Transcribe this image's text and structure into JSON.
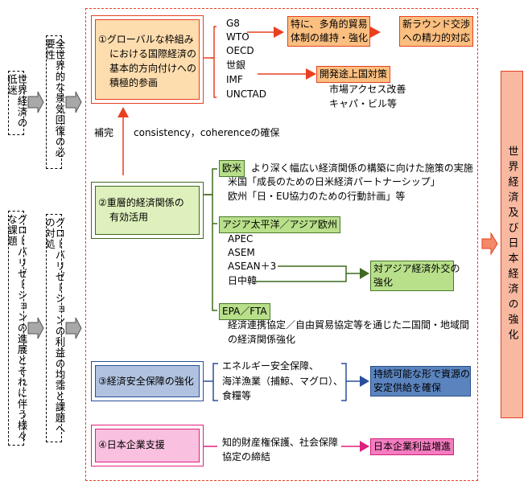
{
  "left_column": {
    "box1": "世界経済の低迷",
    "box2": "グローバリゼーションの進展とそれに伴う様々な課題"
  },
  "middle_column": {
    "box1": "全世界的な景気回復の必要性",
    "box2": "グローバリゼーションの利益の均霑と課題への対処"
  },
  "section1": {
    "title_lines": [
      "①グローバルな枠組み",
      "における国際経済の",
      "基本的方向付けへの",
      "積極的参画"
    ],
    "orgs": [
      "G8",
      "WTO",
      "OECD",
      "世銀",
      "IMF",
      "UNCTAD"
    ],
    "result1_lines": [
      "特に、多角的貿易",
      "体制の維持・強化"
    ],
    "result2_lines": [
      "新ラウンド交渉",
      "への精力的対応"
    ],
    "result3": "開発途上国対策",
    "result3_items": [
      "市場アクセス改善",
      "キャパ・ビル等"
    ]
  },
  "link": {
    "label": "補完",
    "text": "consistency，coherenceの確保"
  },
  "section2": {
    "title_lines": [
      "②重層的経済関係の",
      "有効活用"
    ],
    "euam": {
      "tag": "欧米",
      "headline": "より深く幅広い経済関係の構築に向けた施策の実施",
      "items": [
        "米国「成長のための日米経済パートナーシップ」",
        "欧州「日・EU協力のための行動計画」等"
      ]
    },
    "asia": {
      "tag": "アジア太平洋／アジア欧州",
      "items": [
        "APEC",
        "ASEM",
        "ASEAN＋3",
        "日中韓"
      ],
      "result_lines": [
        "対アジア経済外交の",
        "強化"
      ]
    },
    "epa": {
      "tag": "EPA／FTA",
      "lines": [
        "経済連携協定／自由貿易協定等を通じた二国間・地域間",
        "の経済関係強化"
      ]
    }
  },
  "section3": {
    "title": "③経済安全保障の強化",
    "items": [
      "エネルギー安全保障、",
      "海洋漁業（捕鯨、マグロ）、",
      "食糧等"
    ],
    "result_lines": [
      "持続可能な形で資源の",
      "安定供給を確保"
    ]
  },
  "section4": {
    "title": "④日本企業支援",
    "items": [
      "知的財産権保護、社会保障",
      "協定の締結"
    ],
    "result": "日本企業利益増進"
  },
  "final": {
    "text": "世界経済及び日本経済の強化"
  },
  "colors": {
    "red": "#e84020",
    "orange_fill": "#fddcae",
    "orange_tag": "#fbbf80",
    "green_fill": "#def0bc",
    "green_tag": "#b8df8a",
    "green_line": "#3f6a1f",
    "blue_fill": "#b0c2df",
    "blue_tag": "#5b84bf",
    "blue_line": "#2a4f9a",
    "pink_fill": "#f9c0df",
    "pink_tag": "#f47cc0",
    "pink_line": "#e0207f",
    "final_fill": "#f9b8a0",
    "arrow_gray": "#a8a8a8"
  }
}
